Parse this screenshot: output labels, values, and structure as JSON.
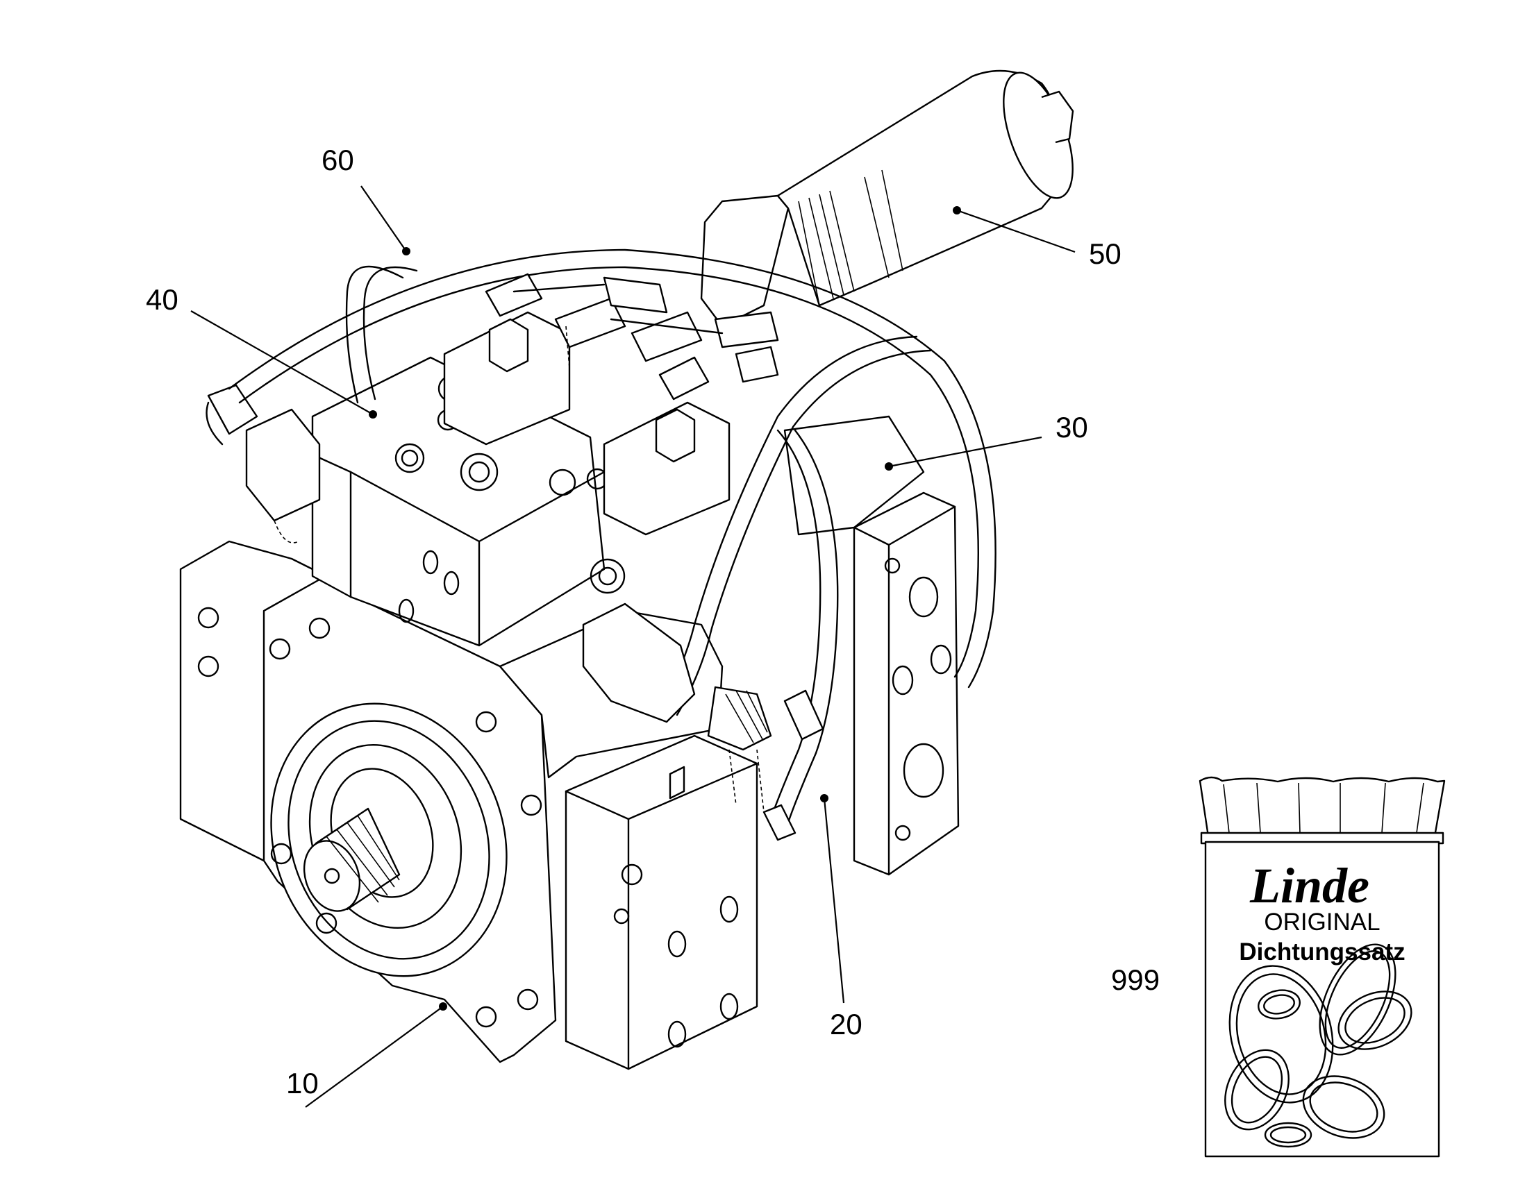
{
  "callouts": [
    {
      "id": "10",
      "label": "10"
    },
    {
      "id": "20",
      "label": "20"
    },
    {
      "id": "30",
      "label": "30"
    },
    {
      "id": "40",
      "label": "40"
    },
    {
      "id": "50",
      "label": "50"
    },
    {
      "id": "60",
      "label": "60"
    },
    {
      "id": "999",
      "label": "999"
    }
  ],
  "seal_kit": {
    "brand": "Linde",
    "line1": "ORIGINAL",
    "line2": "Dichtungssatz"
  },
  "colors": {
    "ink": "#000000",
    "paper": "#ffffff"
  }
}
